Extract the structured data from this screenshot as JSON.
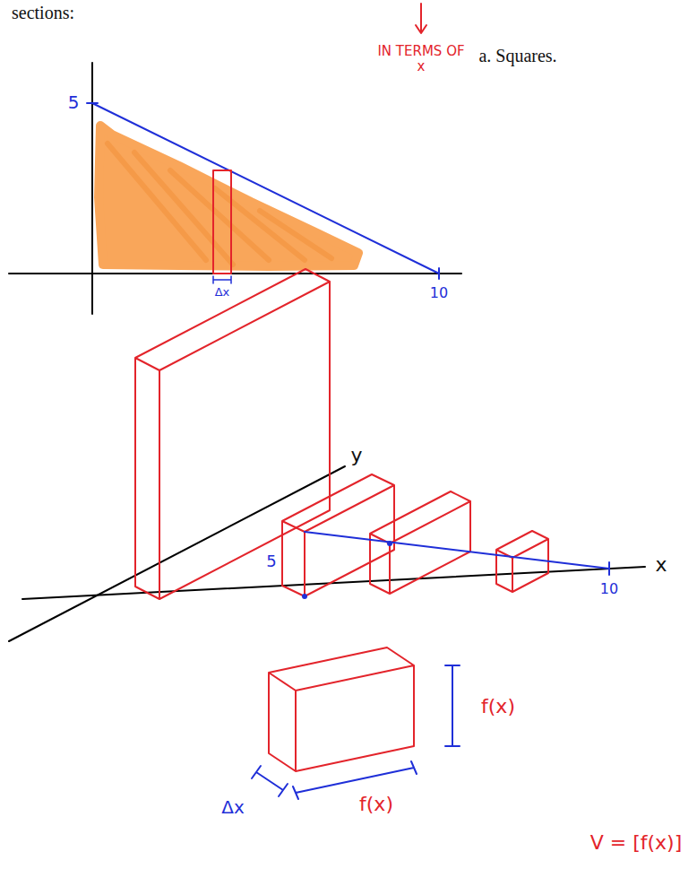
{
  "diagram": {
    "labels": [
      "sections:",
      "IN TERMS OF x",
      "a. Squares.",
      "5",
      "Δx",
      "10",
      "y",
      "5",
      "x",
      "10",
      "f(x)",
      "Δx",
      "f(x)",
      "V = [f(x)]"
    ]
  }
}
